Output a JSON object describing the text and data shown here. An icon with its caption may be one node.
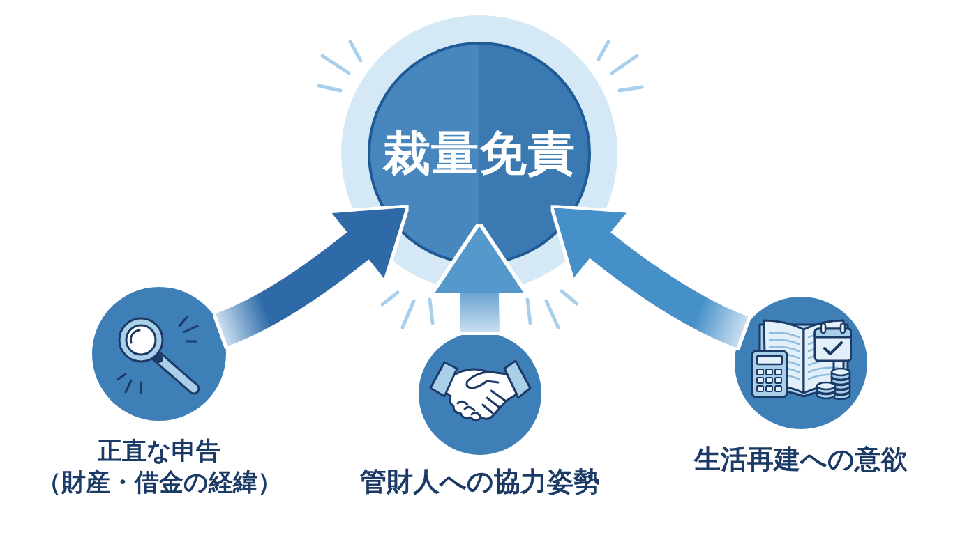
{
  "diagram": {
    "nodes": [
      {
        "text": [
          "裁量免責"
        ]
      },
      {
        "text": [],
        "shape": "circle",
        "beside": [
          "正直な申告",
          "（財産・借金の経緯）"
        ]
      },
      {
        "text": [],
        "shape": "circle",
        "beside": [
          "管財人への協力姿勢"
        ]
      },
      {
        "text": [],
        "shape": "circle",
        "beside": [
          "生活再建への意欲"
        ]
      }
    ],
    "edges": [
      {
        "from": 1,
        "to": 0,
        "arrow": "to"
      },
      {
        "from": 2,
        "to": 0,
        "arrow": "to"
      },
      {
        "from": 3,
        "to": 0,
        "arrow": "to"
      }
    ]
  }
}
